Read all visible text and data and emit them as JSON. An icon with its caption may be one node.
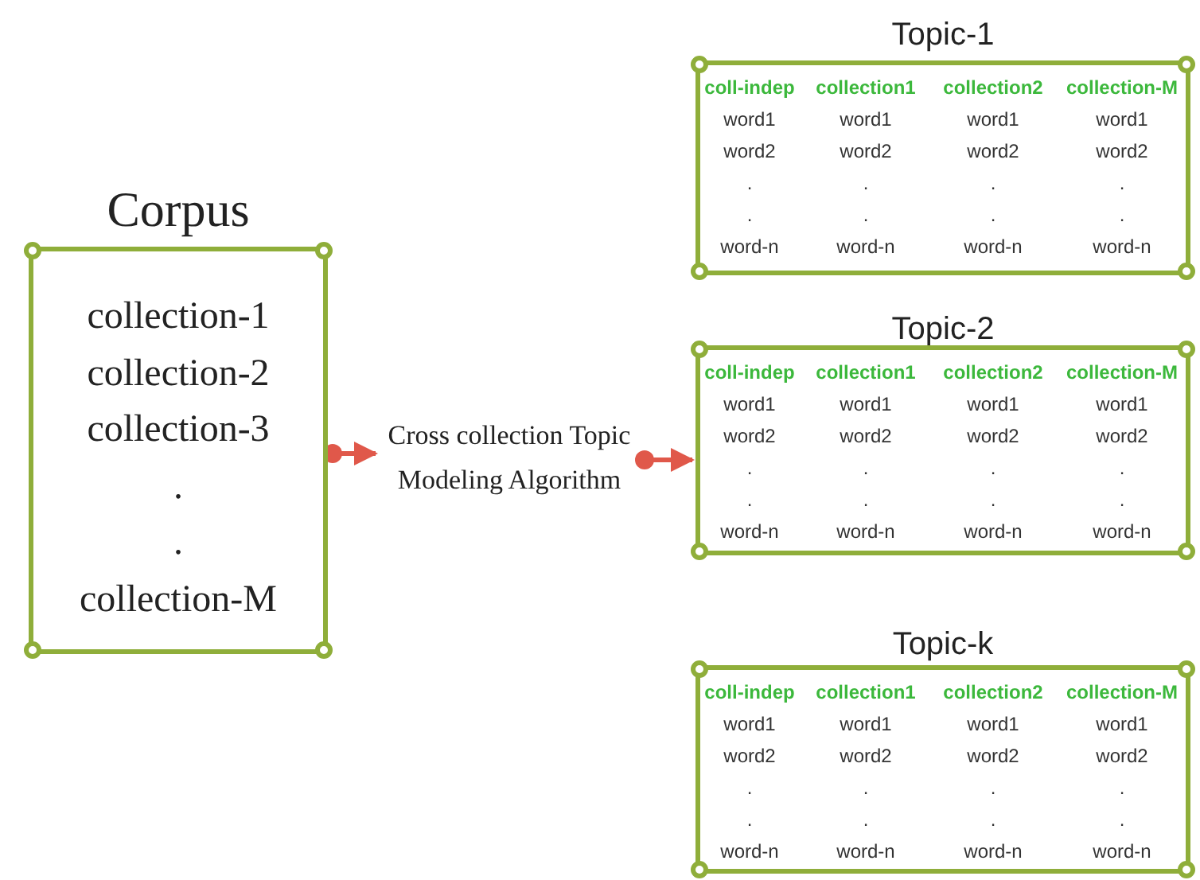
{
  "diagram": {
    "nodes": [
      {
        "text": [
          "Corpus",
          "collection-1",
          "collection-2",
          "collection-3",
          ".",
          ".",
          "collection-M"
        ]
      },
      {
        "text": [
          "Cross collection Topic Modeling Algorithm"
        ]
      },
      {
        "text": [
          "Topic-1",
          "coll-indep",
          "collection1",
          "collection2",
          "collection-M",
          "word1",
          "word1",
          "word1",
          "word1",
          "word2",
          "word2",
          "word2",
          "word2",
          ".",
          ".",
          ".",
          ".",
          ".",
          ".",
          ".",
          ".",
          "word-n",
          "word-n",
          "word-n",
          "word-n"
        ]
      },
      {
        "text": [
          "Topic-2",
          "coll-indep",
          "collection1",
          "collection2",
          "collection-M",
          "word1",
          "word1",
          "word1",
          "word1",
          "word2",
          "word2",
          "word2",
          "word2",
          ".",
          ".",
          ".",
          ".",
          ".",
          ".",
          ".",
          ".",
          "word-n",
          "word-n",
          "word-n",
          "word-n"
        ]
      },
      {
        "text": [
          "Topic-k",
          "coll-indep",
          "collection1",
          "collection2",
          "collection-M",
          "word1",
          "word1",
          "word1",
          "word1",
          "word2",
          "word2",
          "word2",
          "word2",
          ".",
          ".",
          ".",
          ".",
          ".",
          ".",
          ".",
          ".",
          "word-n",
          "word-n",
          "word-n",
          "word-n"
        ]
      }
    ],
    "edges": [
      {
        "from": 0,
        "to": 1,
        "arrow": "to",
        "color": "#e0584a"
      },
      {
        "from": 1,
        "to": 3,
        "arrow": "to",
        "color": "#e0584a"
      }
    ]
  }
}
